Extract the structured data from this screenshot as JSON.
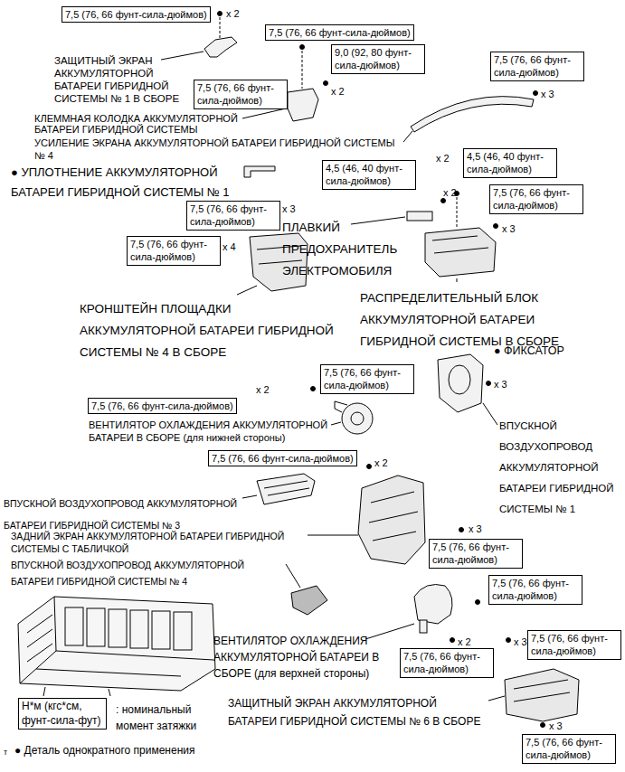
{
  "diagram": {
    "nodes": [
      {
        "text": [
          "7,5 (76, 66 фунт-сила-дюймов)"
        ]
      },
      {
        "text": [
          "7,5 (76, 66 фунт-сила-дюймов)"
        ]
      },
      {
        "text": [
          "9,0 (92, 80 фунт-сила-дюймов)"
        ]
      },
      {
        "text": [
          "7,5 (76, 66 фунт-сила-дюймов)"
        ]
      },
      {
        "text": [
          "7,5 (76, 66 фунт-сила-дюймов)"
        ]
      },
      {
        "text": [
          "4,5 (46, 40 фунт-сила-дюймов)"
        ]
      },
      {
        "text": [
          "4,5 (46, 40 фунт-сила-дюймов)"
        ]
      },
      {
        "text": [
          "7,5 (76, 66 фунт-сила-дюймов)"
        ]
      },
      {
        "text": [
          "7,5 (76, 66 фунт-сила-дюймов)"
        ]
      },
      {
        "text": [
          "7,5 (76, 66 фунт-сила-дюймов)"
        ]
      },
      {
        "text": [
          "7,5 (76, 66 фунт-сила-дюймов)"
        ]
      },
      {
        "text": [
          "7,5 (76, 66 фунт-сила-дюймов)"
        ]
      },
      {
        "text": [
          "7,5 (76, 66 фунт-сила-дюймов)"
        ]
      },
      {
        "text": [
          "7,5 (76, 66 фунт-сила-дюймов)"
        ]
      },
      {
        "text": [
          "7,5 (76, 66 фунт-сила-дюймов)"
        ]
      },
      {
        "text": [
          "7,5 (76, 66 фунт-сила-дюймов)"
        ]
      },
      {
        "text": [
          "7,5 (76, 66 фунт-сила-дюймов)"
        ]
      },
      {
        "text": [
          "7,5 (76, 66 фунт-сила-дюймов)"
        ]
      },
      {
        "text": [
          "Н*м (кгс*см, фунт-сила-фут)"
        ]
      }
    ],
    "labels": [
      "x 2",
      "ЗАЩИТНЫЙ ЭКРАН АККУМУЛЯТОРНОЙ БАТАРЕИ ГИБРИДНОЙ СИСТЕМЫ № 1 В СБОРЕ",
      "x 2",
      "x 3",
      "КЛЕММНАЯ КОЛОДКА АККУМУЛЯТОРНОЙ БАТАРЕИ ГИБРИДНОЙ СИСТЕМЫ",
      "УСИЛЕНИЕ ЭКРАНА АККУМУЛЯТОРНОЙ БАТАРЕИ ГИБРИДНОЙ СИСТЕМЫ № 4",
      "x 2",
      "x 2",
      "● УПЛОТНЕНИЕ АККУМУЛЯТОРНОЙ БАТАРЕИ ГИБРИДНОЙ СИСТЕМЫ № 1",
      "x 3",
      "x 3",
      "ПЛАВКИЙ ПРЕДОХРАНИТЕЛЬ ЭЛЕКТРОМОБИЛЯ",
      "x 4",
      "КРОНШТЕЙН ПЛОЩАДКИ АККУМУЛЯТОРНОЙ БАТАРЕИ ГИБРИДНОЙ СИСТЕМЫ № 4 В СБОРЕ",
      "РАСПРЕДЕЛИТЕЛЬНЫЙ БЛОК АККУМУЛЯТОРНОЙ БАТАРЕИ ГИБРИДНОЙ СИСТЕМЫ В СБОРЕ",
      "● ФИКСАТОР",
      "x 3",
      "x 2",
      "ВЕНТИЛЯТОР ОХЛАЖДЕНИЯ АККУМУЛЯТОРНОЙ БАТАРЕИ В СБОРЕ (для нижней стороны)",
      "ВПУСКНОЙ ВОЗДУХОПРОВОД АККУМУЛЯТОРНОЙ БАТАРЕИ ГИБРИДНОЙ СИСТЕМЫ № 1",
      "x 2",
      "ВПУСКНОЙ ВОЗДУХОПРОВОД АККУМУЛЯТОРНОЙ БАТАРЕИ ГИБРИДНОЙ СИСТЕМЫ № 3",
      "x 3",
      "ЗАДНИЙ ЭКРАН АККУМУЛЯТОРНОЙ БАТАРЕИ ГИБРИДНОЙ СИСТЕМЫ С ТАБЛИЧКОЙ",
      "ВПУСКНОЙ ВОЗДУХОПРОВОД АККУМУЛЯТОРНОЙ БАТАРЕИ ГИБРИДНОЙ СИСТЕМЫ № 4",
      "x 2",
      "x 3",
      "ВЕНТИЛЯТОР ОХЛАЖДЕНИЯ АККУМУЛЯТОРНОЙ БАТАРЕИ В СБОРЕ (для верхней стороны)",
      "ЗАЩИТНЫЙ ЭКРАН АККУМУЛЯТОРНОЙ БАТАРЕИ ГИБРИДНОЙ СИСТЕМЫ № 6 В СБОРЕ",
      ": номинальный момент затяжки",
      "x 3",
      "т",
      "● Деталь однократного применения"
    ]
  }
}
